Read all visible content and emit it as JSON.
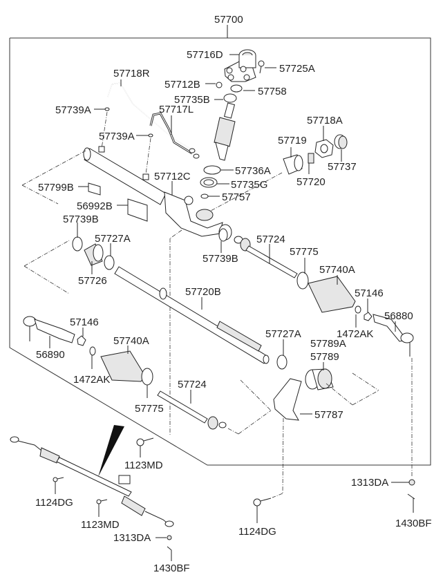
{
  "title": "Steering Gear Box Assembly Parts Diagram",
  "assembly": "57700",
  "labels": {
    "p57700": "57700",
    "p57716D": "57716D",
    "p57725A": "57725A",
    "p57718R": "57718R",
    "p57712B": "57712B",
    "p57758": "57758",
    "p57735B": "57735B",
    "p57739A_1": "57739A",
    "p57717L": "57717L",
    "p57739A_2": "57739A",
    "p57718A": "57718A",
    "p57719": "57719",
    "p57737": "57737",
    "p57736A": "57736A",
    "p57720": "57720",
    "p57735G": "57735G",
    "p57712C": "57712C",
    "p57799B": "57799B",
    "p57757": "57757",
    "p56992B": "56992B",
    "p57739B_1": "57739B",
    "p57739B_2": "57739B",
    "p57727A_1": "57727A",
    "p57724_1": "57724",
    "p57726": "57726",
    "p57775_1": "57775",
    "p57740A_1": "57740A",
    "p57720B": "57720B",
    "p57146_1": "57146",
    "p1472AK_1": "1472AK",
    "p56880": "56880",
    "p57146_2": "57146",
    "p57740A_2": "57740A",
    "p56890": "56890",
    "p57727A_2": "57727A",
    "p57789A": "57789A",
    "p57789": "57789",
    "p1472AK_2": "1472AK",
    "p57724_2": "57724",
    "p57775_2": "57775",
    "p57787": "57787",
    "p1123MD_1": "1123MD",
    "p1124DG_1": "1124DG",
    "p1123MD_2": "1123MD",
    "p1313DA_1": "1313DA",
    "p1430BF_1": "1430BF",
    "p1313DA_2": "1313DA",
    "p1430BF_2": "1430BF",
    "p1124DG_2": "1124DG"
  }
}
